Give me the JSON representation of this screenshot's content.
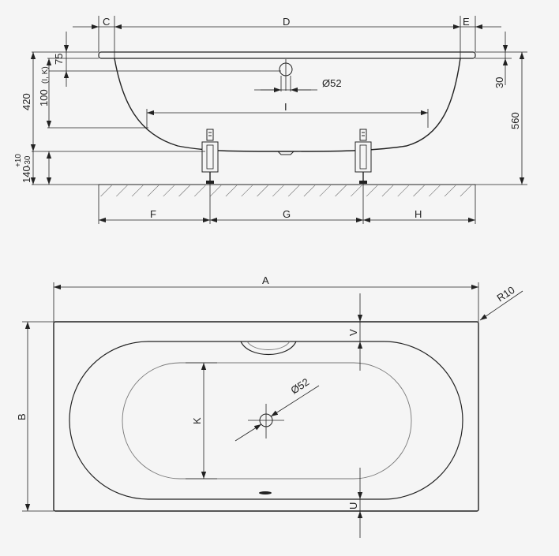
{
  "side_view": {
    "dim_c": "C",
    "dim_d": "D",
    "dim_e": "E",
    "dim_75": "75",
    "dim_100": "100",
    "dim_100_note": "(I, K)",
    "dim_420": "420",
    "dim_140": "140",
    "dim_plus10": "+10",
    "dim_minus30": "-30",
    "dim_30": "30",
    "dim_560": "560",
    "dim_drain": "Ø52",
    "dim_i": "I",
    "dim_f": "F",
    "dim_g": "G",
    "dim_h": "H"
  },
  "top_view": {
    "dim_a": "A",
    "dim_b": "B",
    "dim_r10": "R10",
    "dim_v": "V",
    "dim_u": "U",
    "dim_k": "K",
    "dim_drain": "Ø52"
  }
}
